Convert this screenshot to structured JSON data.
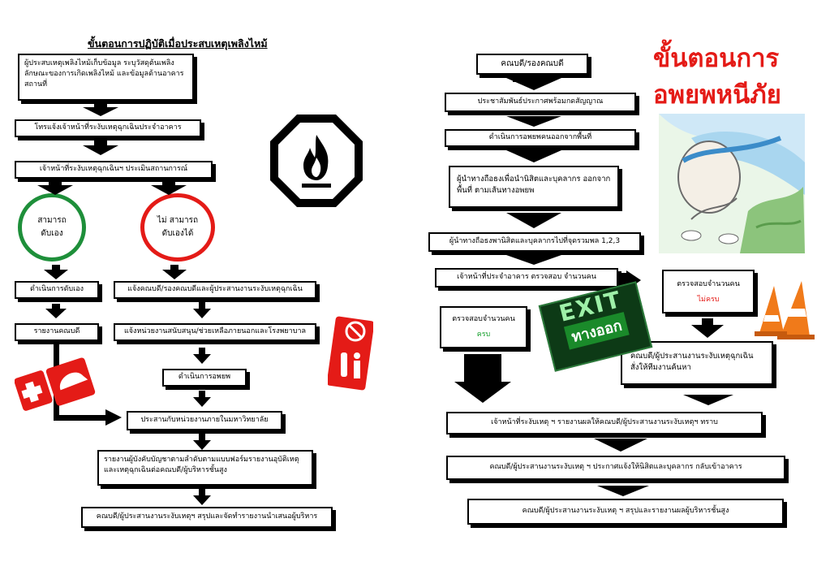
{
  "left": {
    "title": "ขั้นตอนการปฏิบัติเมื่อประสบเหตุเพลิงไหม้",
    "step1": "ผู้ประสบเหตุเพลิงไหม้เก็บข้อมูล ระบุวัสดุต้นเพลิง ลักษณะของการเกิดเพลิงไหม้ และข้อมูลด้านอาคารสถานที่",
    "step2": "โทรแจ้งเจ้าหน้าที่ระงับเหตุฉุกเฉินประจำอาคาร",
    "step3": "เจ้าหน้าที่ระงับเหตุฉุกเฉินฯ ประเมินสถานการณ์",
    "can": "สามารถ ดับเอง",
    "cannot": "ไม่ สามารถ ดับเองได้",
    "a1": "ดำเนินการดับเอง",
    "a2": "รายงานคณบดี",
    "b1": "แจ้งคณบดี/รองคณบดีและผู้ประสานงานระงับเหตุฉุกเฉิน",
    "b2": "แจ้งหน่วยงานสนับสนุน/ช่วยเหลือภายนอกและโรงพยาบาล",
    "b3": "ดำเนินการอพยพ",
    "c1": "ประสานกับหน่วยงานภายในมหาวิทยาลัย",
    "c2": "รายงานผู้บังคับบัญชาตามลำดับตามแบบฟอร์มรายงานอุบัติเหตุและเหตุฉุกเฉินต่อคณบดี/ผู้บริหารชั้นสูง",
    "c3": "คณบดี/ผู้ประสานงานระงับเหตุฯ สรุปและจัดทำรายงานนำเสนอผู้บริหาร"
  },
  "right": {
    "title": "ขั้นตอนการอพยพหนีภัย",
    "r1": "คณบดี/รองคณบดี",
    "r2": "ประชาสัมพันธ์ประกาศพร้อมกดสัญญาณ",
    "r3": "ดำเนินการอพยพคนออกจากพื้นที่",
    "r4": "ผู้นำทางถือธงเพื่อนำนิสิตและบุคลากร ออกจากพื้นที่ ตามเส้นทางอพยพ",
    "r5": "ผู้นำทางถือธงพานิสิตและบุคลากรไปที่จุดรวมพล 1,2,3",
    "r6": "เจ้าหน้าที่ประจำอาคาร ตรวจสอบ จำนวนคน",
    "check_label": "ตรวจสอบจำนวนคน",
    "complete": "ครบ",
    "incomplete": "ไม่ครบ",
    "search": "คณบดี/ผู้ประสานงานระงับเหตุฉุกเฉิน สั่งให้ทีมงานค้นหา",
    "r7": "เจ้าหน้าที่ระงับเหตุ ฯ รายงานผลให้คณบดี/ผู้ประสานงานระงับเหตุฯ ทราบ",
    "r8": "คณบดี/ผู้ประสานงานระงับเหตุ ฯ ประกาศแจ้งให้นิสิตและบุคลากร กลับเข้าอาคาร",
    "r9": "คณบดี/ผู้ประสานงานระงับเหตุ ฯ สรุปและรายงานผลผู้บริหารชั้นสูง"
  },
  "exit_sign": {
    "en": "EXIT",
    "th": "ทางออก"
  },
  "colors": {
    "red": "#e41b17",
    "green": "#17a02d"
  }
}
